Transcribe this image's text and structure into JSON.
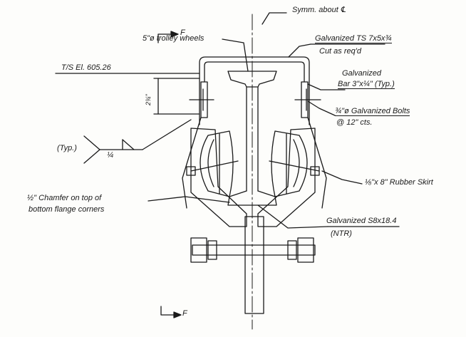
{
  "labels": {
    "symm": "Symm. about ℄",
    "section_top": "F",
    "section_bottom": "F",
    "trolley": "5\"ø trolley wheels",
    "ts": "Galvanized TS 7x5x¾",
    "cut": "Cut as req'd",
    "elevation": "T/S El. 605.26",
    "bar_line1": "Galvanized",
    "bar_line2": "Bar 3\"x¼\" (Typ.)",
    "dim": "2¾\"",
    "bolts_line1": "¾\"ø Galvanized Bolts",
    "bolts_line2": "@ 12\" cts.",
    "typ": "(Typ.)",
    "weld": "¼",
    "skirt": "⅛\"x 8\" Rubber Skirt",
    "chamfer_line1": "½\" Chamfer on top of",
    "chamfer_line2": "bottom flange corners",
    "beam_line1": "Galvanized S8x18.4",
    "beam_line2": "(NTR)"
  },
  "colors": {
    "ink": "#1a1a1a",
    "paper": "#fdfdfb"
  }
}
